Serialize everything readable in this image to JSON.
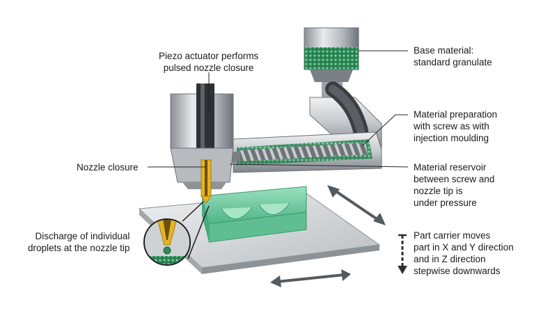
{
  "labels": {
    "piezo": [
      "Piezo actuator performs",
      "pulsed nozzle closure"
    ],
    "nozzle_closure": "Nozzle closure",
    "discharge": [
      "Discharge of individual",
      "droplets at the nozzle tip"
    ],
    "base_material": [
      "Base material:",
      "standard granulate"
    ],
    "material_prep": [
      "Material preparation",
      "with screw as with",
      "injection moulding"
    ],
    "reservoir": [
      "Material reservoir",
      "between screw and",
      "nozzle tip is",
      "under pressure"
    ],
    "part_carrier": [
      "Part carrier moves",
      "part in X and Y direction",
      "and in Z direction",
      "stepwise downwards"
    ]
  },
  "colors": {
    "granulate": "#2e8b57",
    "part": "#7ccfa8",
    "nozzle": "#e6b422",
    "steel_dark": "#5f646a",
    "steel_light": "#d9dcdf",
    "leader": "#222222"
  }
}
